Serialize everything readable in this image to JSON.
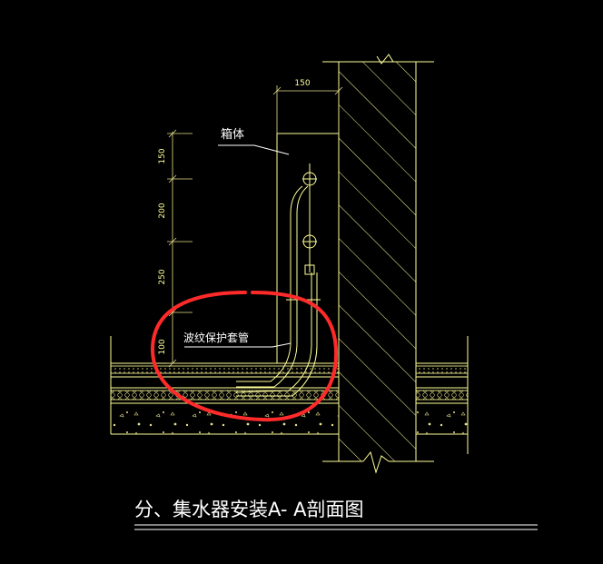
{
  "drawing": {
    "title": "分、集水器安装A- A剖面图",
    "label_box": "箱体",
    "label_sleeve": "波纹保护套管",
    "dim_top": "150",
    "dim_vertical": [
      "150",
      "200",
      "250",
      "100"
    ],
    "colors": {
      "background": "#000000",
      "lines": "#ffff99",
      "text": "#ffffff",
      "annotation": "#ff2a2a"
    }
  }
}
